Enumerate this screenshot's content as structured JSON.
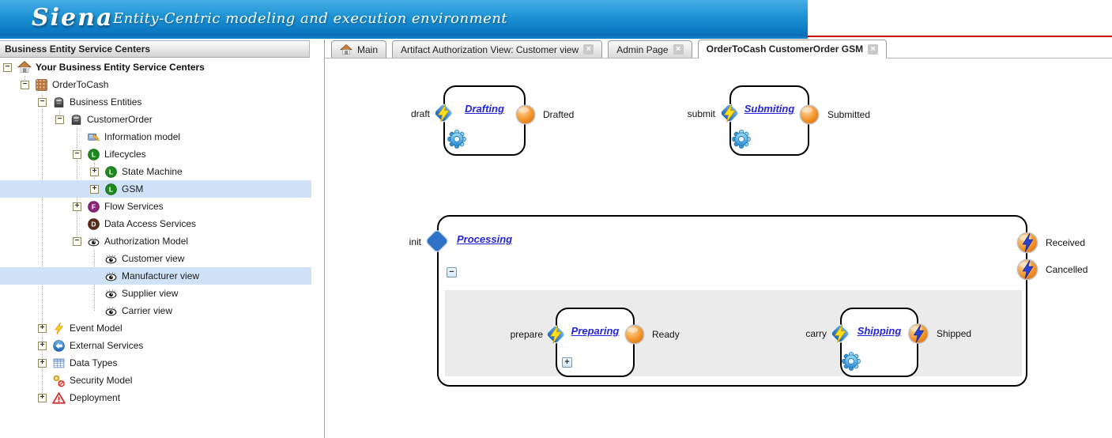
{
  "header": {
    "brand": "Siena",
    "tagline": "Entity-Centric modeling and execution environment"
  },
  "colors": {
    "header_blue": "#1488cd",
    "accent_red": "#cc0000",
    "selection_blue": "#cfe2f7",
    "stage_label_blue": "#2424dc",
    "inner_panel_gray": "#ebebeb"
  },
  "sidebar": {
    "title": "Business Entity Service Centers",
    "tree": [
      {
        "label": "Your Business Entity Service Centers",
        "level": 0,
        "expander": "minus",
        "icon": "home-icon",
        "bold": true
      },
      {
        "label": "OrderToCash",
        "level": 1,
        "expander": "minus",
        "icon": "waffle-grid-icon"
      },
      {
        "label": "Business Entities",
        "level": 2,
        "expander": "minus",
        "icon": "cabinet-icon"
      },
      {
        "label": "CustomerOrder",
        "level": 3,
        "expander": "minus",
        "icon": "cabinet-icon"
      },
      {
        "label": "Information model",
        "level": 4,
        "expander": null,
        "icon": "document-pencil-icon"
      },
      {
        "label": "Lifecycles",
        "level": 4,
        "expander": "minus",
        "icon": "lifecycle-l-icon"
      },
      {
        "label": "State Machine",
        "level": 5,
        "expander": "plus",
        "icon": "lifecycle-l-icon"
      },
      {
        "label": "GSM",
        "level": 5,
        "expander": "plus",
        "icon": "lifecycle-l-icon",
        "selected": true
      },
      {
        "label": "Flow Services",
        "level": 4,
        "expander": "plus",
        "icon": "flow-f-icon"
      },
      {
        "label": "Data Access Services",
        "level": 4,
        "expander": null,
        "icon": "data-d-icon"
      },
      {
        "label": "Authorization Model",
        "level": 4,
        "expander": "minus",
        "icon": "eye-icon"
      },
      {
        "label": "Customer view",
        "level": 5,
        "expander": null,
        "icon": "eye-icon"
      },
      {
        "label": "Manufacturer view",
        "level": 5,
        "expander": null,
        "icon": "eye-icon",
        "selected": true
      },
      {
        "label": "Supplier view",
        "level": 5,
        "expander": null,
        "icon": "eye-icon"
      },
      {
        "label": "Carrier view",
        "level": 5,
        "expander": null,
        "icon": "eye-icon"
      },
      {
        "label": "Event Model",
        "level": 2,
        "expander": "plus",
        "icon": "lightning-icon"
      },
      {
        "label": "External Services",
        "level": 2,
        "expander": "plus",
        "icon": "external-arrow-icon"
      },
      {
        "label": "Data Types",
        "level": 2,
        "expander": "plus",
        "icon": "table-icon"
      },
      {
        "label": "Security Model",
        "level": 2,
        "expander": null,
        "icon": "key-lock-icon"
      },
      {
        "label": "Deployment",
        "level": 2,
        "expander": "plus",
        "icon": "warning-triangle-icon"
      }
    ]
  },
  "tabs": [
    {
      "label": "Main",
      "icon": "home-icon",
      "closable": false,
      "active": false
    },
    {
      "label": "Artifact Authorization View: Customer view",
      "closable": true,
      "active": false
    },
    {
      "label": "Admin Page",
      "closable": true,
      "active": false
    },
    {
      "label": "OrderToCash CustomerOrder GSM",
      "closable": true,
      "active": true
    }
  ],
  "diagram": {
    "drafting": {
      "event": "draft",
      "stage": "Drafting",
      "milestone": "Drafted"
    },
    "submitting": {
      "event": "submit",
      "stage": "Submiting",
      "milestone": "Submitted"
    },
    "processing": {
      "event": "init",
      "stage": "Processing",
      "milestone_received": "Received",
      "milestone_cancelled": "Cancelled"
    },
    "preparing": {
      "event": "prepare",
      "stage": "Preparing",
      "milestone": "Ready"
    },
    "shipping": {
      "event": "carry",
      "stage": "Shipping",
      "milestone": "Shipped"
    }
  }
}
